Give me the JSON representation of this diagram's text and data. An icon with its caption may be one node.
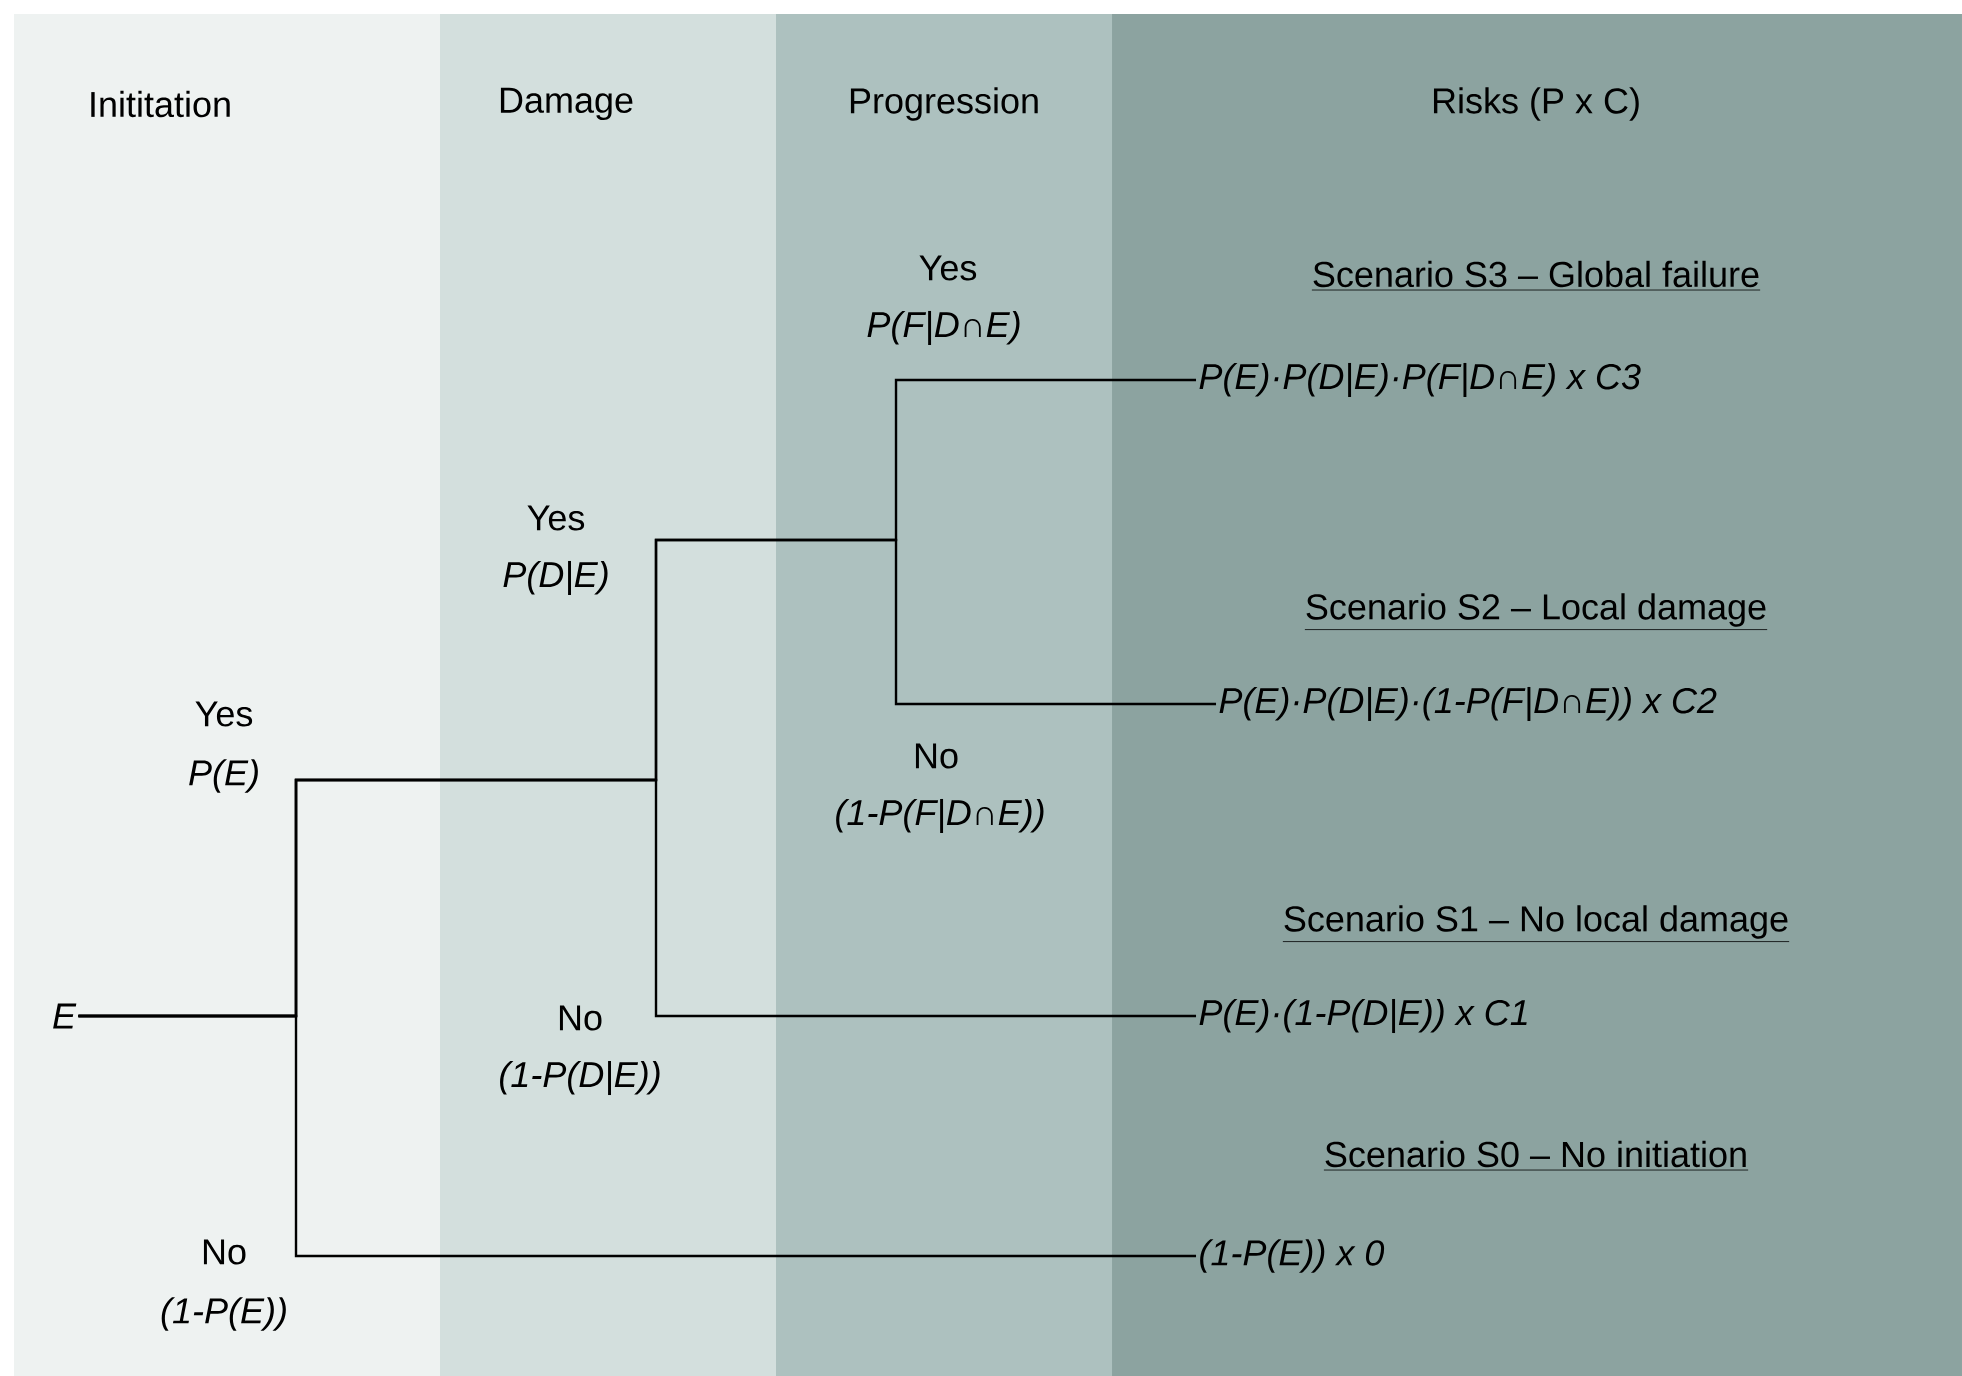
{
  "diagram": {
    "nodes": [
      {
        "text": [
          "E"
        ]
      },
      {
        "text": [
          "Scenario S3 – Global failure",
          "P(E)·P(D|E)·P(F|D∩E) x C3"
        ]
      },
      {
        "text": [
          "Scenario S2 – Local damage",
          "P(E)·P(D|E)·(1-P(F|D∩E)) x C2"
        ]
      },
      {
        "text": [
          "Scenario S1 – No local damage",
          "P(E)·(1-P(D|E)) x C1"
        ]
      },
      {
        "text": [
          "Scenario S0 – No initiation",
          "(1-P(E)) x 0"
        ]
      }
    ],
    "edges": [
      {
        "from": 0,
        "to": 1,
        "arrow": "none"
      },
      {
        "from": 0,
        "to": 2,
        "arrow": "none"
      },
      {
        "from": 0,
        "to": 3,
        "arrow": "none"
      },
      {
        "from": 0,
        "to": 4,
        "arrow": "none"
      }
    ],
    "labels": [
      "Inititation",
      "Damage",
      "Progression",
      "Risks (P x C)",
      "Yes",
      "P(F|D∩E)",
      "Yes",
      "P(D|E)",
      "Yes",
      "P(E)",
      "No",
      "(1-P(F|D∩E))",
      "No",
      "(1-P(D|E))",
      "No",
      "(1-P(E))"
    ]
  }
}
